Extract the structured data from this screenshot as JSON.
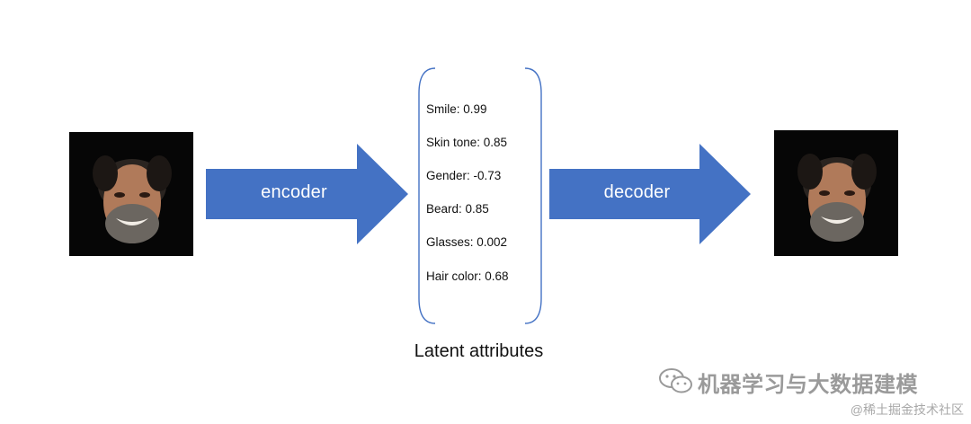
{
  "encoder_label": "encoder",
  "decoder_label": "decoder",
  "attributes": [
    "Smile: 0.99",
    "Skin tone: 0.85",
    "Gender: -0.73",
    "Beard: 0.85",
    "Glasses: 0.002",
    "Hair color: 0.68"
  ],
  "caption": "Latent attributes",
  "watermark": {
    "main": "机器学习与大数据建模",
    "sub": "@稀土掘金技术社区"
  },
  "colors": {
    "arrow": "#4472c4",
    "bracket": "#4472c4",
    "photo_bg": "#060606"
  },
  "icons": [
    "face-photo",
    "wechat-icon"
  ]
}
